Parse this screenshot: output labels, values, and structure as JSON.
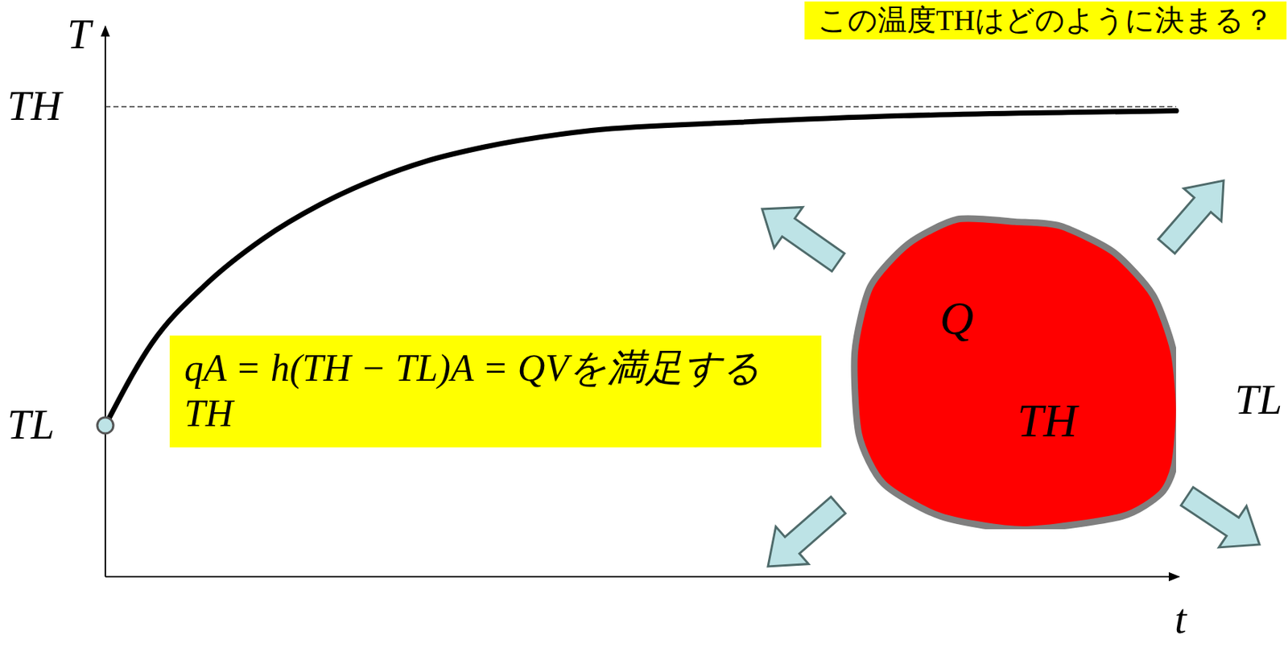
{
  "diagram": {
    "nodes": [
      {
        "text": [
          "この温度THはどのように決まる？"
        ]
      },
      {
        "text": [
          "qA = h(TH − TL)A = QVを満足するTH"
        ]
      },
      {
        "text": [
          "Q",
          "TH"
        ]
      }
    ],
    "labels": [
      "T",
      "TH",
      "TL",
      "t",
      "TL"
    ]
  }
}
